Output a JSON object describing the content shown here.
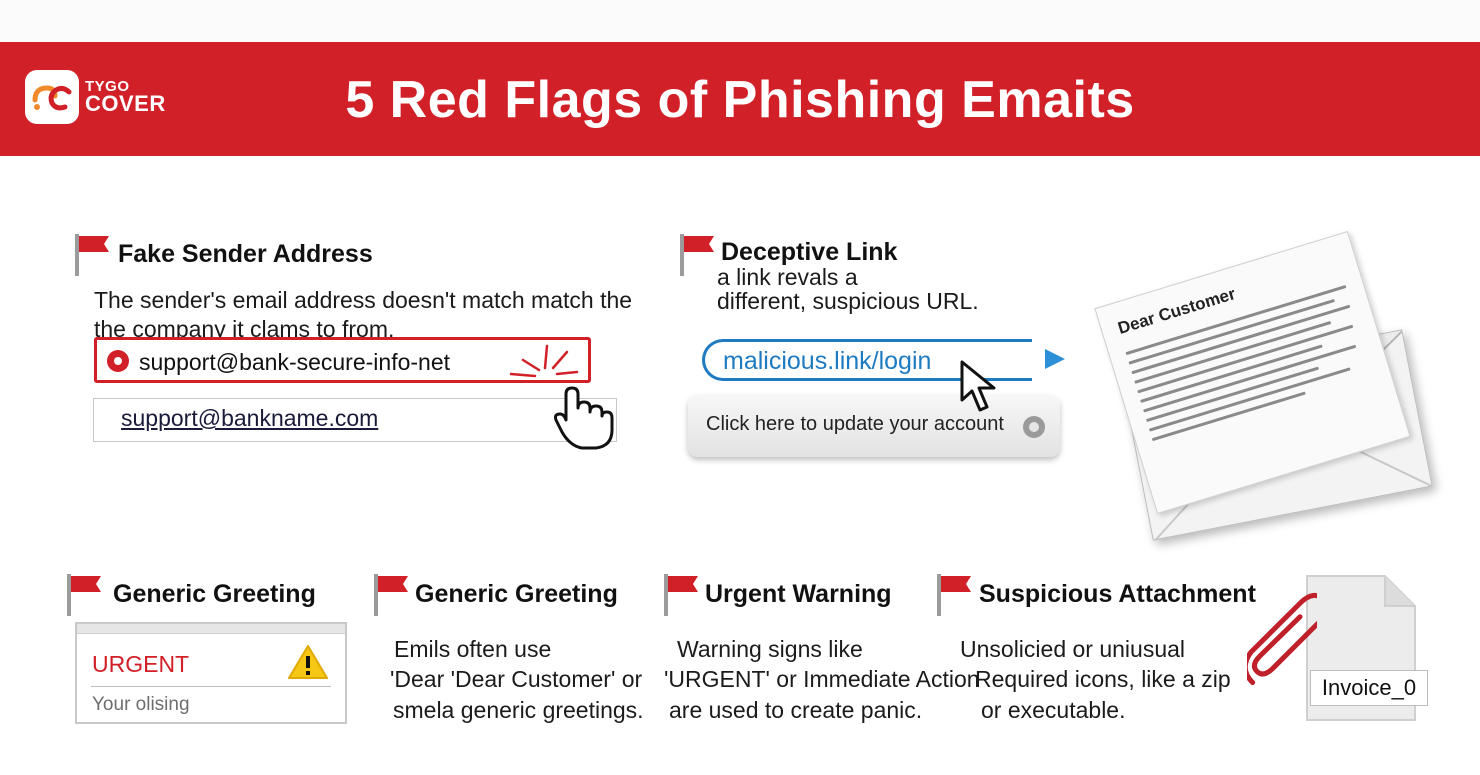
{
  "header": {
    "brand_line1": "TYGO",
    "brand_line2": "COVER",
    "title": "5 Red Flags of Phishing Emaits"
  },
  "colors": {
    "brand_red": "#d22028",
    "link_blue": "#1f7bc1"
  },
  "fake_sender": {
    "heading": "Fake Sender Address",
    "line1": "The sender's email address doesn't match match the",
    "line2": "the company it clams to from.",
    "bad_email": "support@bank-secure-info-net",
    "good_email": "support@bankname.com"
  },
  "deceptive_link": {
    "heading": "Deceptive Link",
    "line1": "a link revals a",
    "line2": "different, suspicious URL.",
    "link_text": "malicious.link/login",
    "button_text": "Click here to update your account",
    "letter_greeting": "Dear Customer"
  },
  "generic_greeting_1": {
    "heading": "Generic Greeting",
    "box_label": "URGENT",
    "box_sub": "Your olising"
  },
  "generic_greeting_2": {
    "heading": "Generic Greeting",
    "line1": "Emils often use",
    "line2": "'Dear 'Dear Customer' or",
    "line3": "smela generic greetings."
  },
  "urgent_warning": {
    "heading": "Urgent Warning",
    "line1": "Warning signs like",
    "line2": "'URGENT' or Immediate Action",
    "line3": "are used to create panic."
  },
  "suspicious_attachment": {
    "heading": "Suspicious Attachment",
    "line1": "Unsolicied or uniusual",
    "line2": "Required icons, like a zip",
    "line3": "or executable.",
    "file_name": "Invoice_0"
  }
}
